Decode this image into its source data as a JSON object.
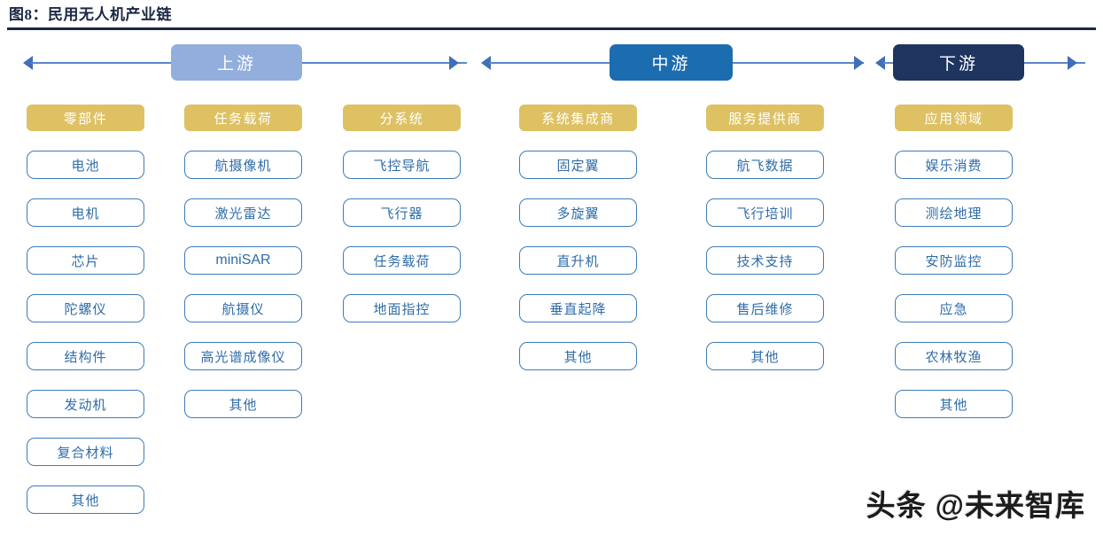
{
  "figure": {
    "title": "图8：民用无人机产业链"
  },
  "stages": [
    {
      "id": "upstream",
      "label": "上游",
      "color": "#92aedd"
    },
    {
      "id": "midstream",
      "label": "中游",
      "color": "#1c6cb0"
    },
    {
      "id": "downstream",
      "label": "下游",
      "color": "#1f3560"
    }
  ],
  "palette": {
    "title_color": "#1b2844",
    "header_gold": "#ddc163",
    "node_border": "#3e7cb8",
    "node_text": "#2f6ca8",
    "arrow_line": "#5b87c9",
    "arrow_head": "#3f6fba"
  },
  "columns": [
    {
      "id": "parts",
      "header": "零部件",
      "stage": "upstream",
      "items": [
        "电池",
        "电机",
        "芯片",
        "陀螺仪",
        "结构件",
        "发动机",
        "复合材料",
        "其他"
      ]
    },
    {
      "id": "mission-payload",
      "header": "任务载荷",
      "stage": "upstream",
      "items": [
        "航摄像机",
        "激光雷达",
        "miniSAR",
        "航摄仪",
        "高光谱成像仪",
        "其他"
      ]
    },
    {
      "id": "subsystem",
      "header": "分系统",
      "stage": "upstream",
      "items": [
        "飞控导航",
        "飞行器",
        "任务载荷",
        "地面指控"
      ]
    },
    {
      "id": "system-integrator",
      "header": "系统集成商",
      "stage": "midstream",
      "items": [
        "固定翼",
        "多旋翼",
        "直升机",
        "垂直起降",
        "其他"
      ]
    },
    {
      "id": "service-provider",
      "header": "服务提供商",
      "stage": "midstream",
      "items": [
        "航飞数据",
        "飞行培训",
        "技术支持",
        "售后维修",
        "其他"
      ]
    },
    {
      "id": "application-field",
      "header": "应用领域",
      "stage": "downstream",
      "items": [
        "娱乐消费",
        "测绘地理",
        "安防监控",
        "应急",
        "农林牧渔",
        "其他"
      ]
    }
  ],
  "watermark": {
    "text": "头条 @未来智库"
  }
}
